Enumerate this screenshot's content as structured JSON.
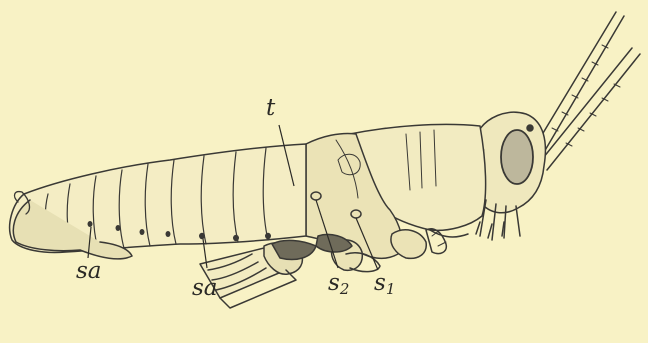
{
  "labels": {
    "t": {
      "text": "t"
    },
    "sa1": {
      "text": "sa"
    },
    "sa2": {
      "text": "sa"
    },
    "s2": {
      "base": "s",
      "sub": "2"
    },
    "s1": {
      "base": "s",
      "sub": "1"
    }
  }
}
